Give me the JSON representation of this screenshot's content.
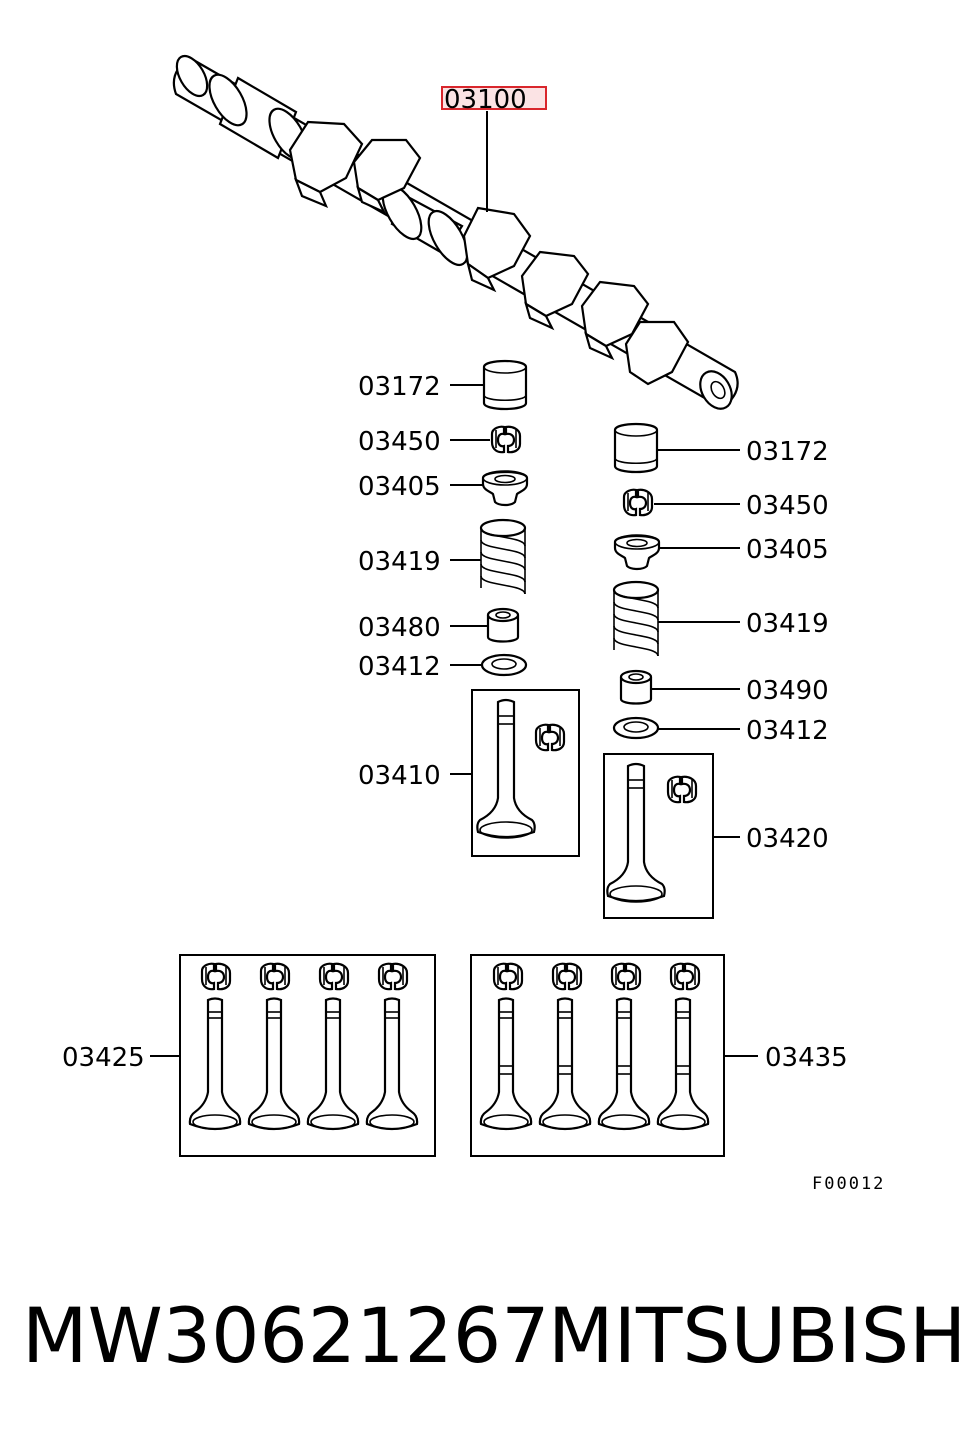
{
  "diagram": {
    "highlighted_part": "03100",
    "labels": {
      "camshaft": "03100",
      "left_lifter": "03172",
      "left_keeper": "03450",
      "left_retainer": "03405",
      "left_spring": "03419",
      "left_seat": "03480",
      "left_washer": "03412",
      "left_valve": "03410",
      "right_lifter": "03172",
      "right_keeper": "03450",
      "right_retainer": "03405",
      "right_spring": "03419",
      "right_seat": "03490",
      "right_washer": "03412",
      "right_valve": "03420",
      "intake_set": "03425",
      "exhaust_set": "03435"
    },
    "figure_code": "F00012"
  },
  "footer": {
    "part_number": "MW30621267",
    "brand": "MITSUBISHI"
  },
  "colors": {
    "highlight_stroke": "#d9262c",
    "highlight_fill": "#fbe3e4",
    "line": "#000000"
  }
}
